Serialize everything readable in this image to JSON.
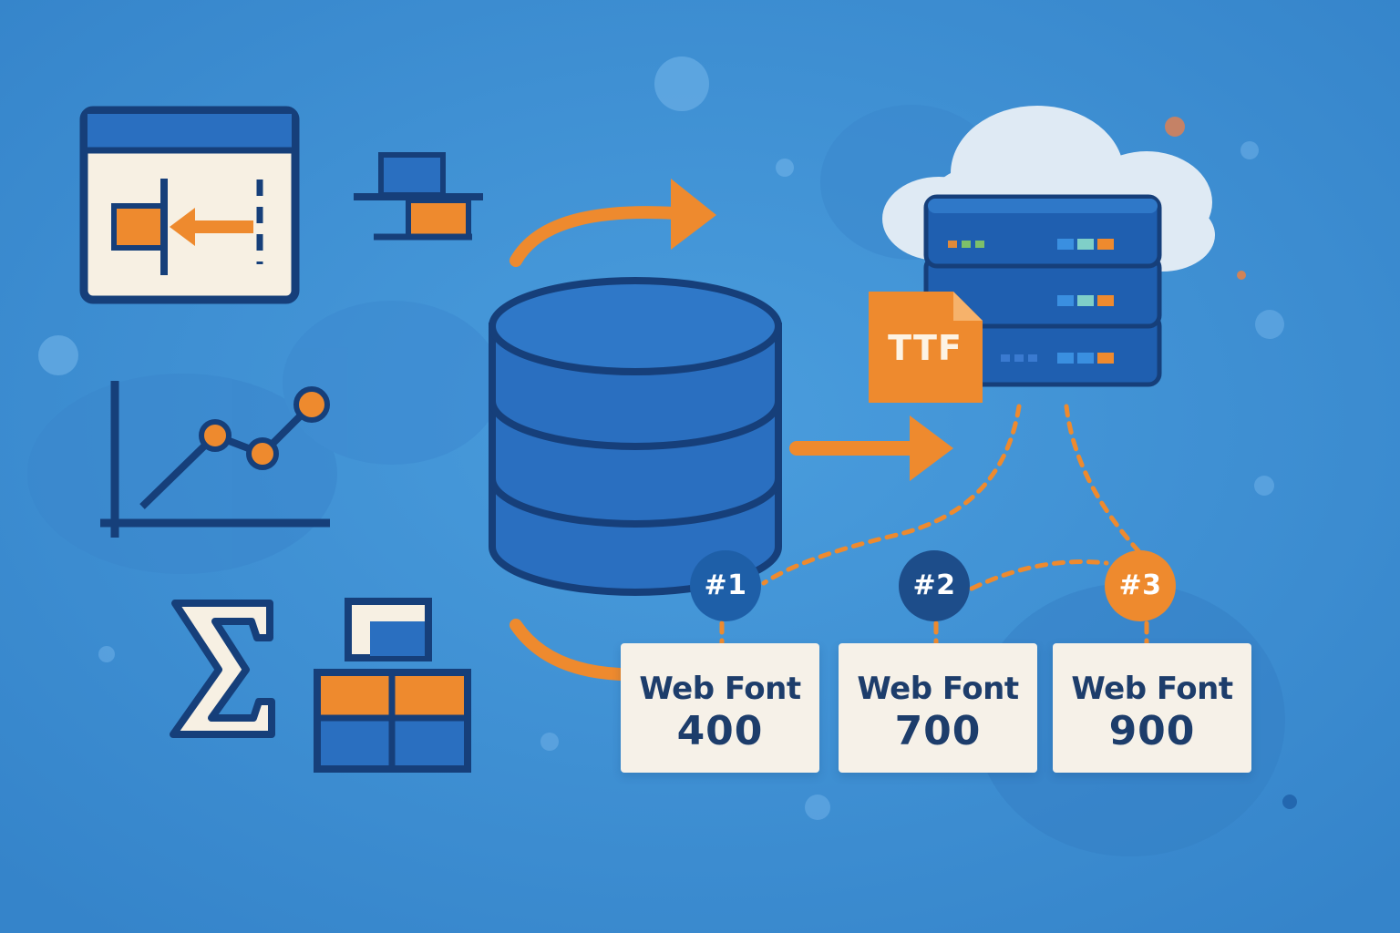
{
  "file_badge": {
    "label": "TTF",
    "color": "#ee8a2e"
  },
  "icons": {
    "left": [
      "layout-align-icon",
      "align-blocks-icon",
      "line-chart-icon",
      "sigma-icon",
      "grid-table-icon"
    ],
    "center": [
      "database-icon",
      "server-icon",
      "cloud-icon",
      "ttf-file-icon"
    ]
  },
  "font_variants": [
    {
      "rank": "#1",
      "label": "Web Font",
      "weight": "400",
      "badge_color": "#1e5fa8"
    },
    {
      "rank": "#2",
      "label": "Web Font",
      "weight": "700",
      "badge_color": "#1d4d8a"
    },
    {
      "rank": "#3",
      "label": "Web Font",
      "weight": "900",
      "badge_color": "#ee8a2e"
    }
  ],
  "colors": {
    "background": "#3b8fd4",
    "navy_outline": "#163f7a",
    "accent_orange": "#ee8a2e",
    "card_background": "#f6f1e8",
    "database_fill": "#2a6fc0"
  }
}
